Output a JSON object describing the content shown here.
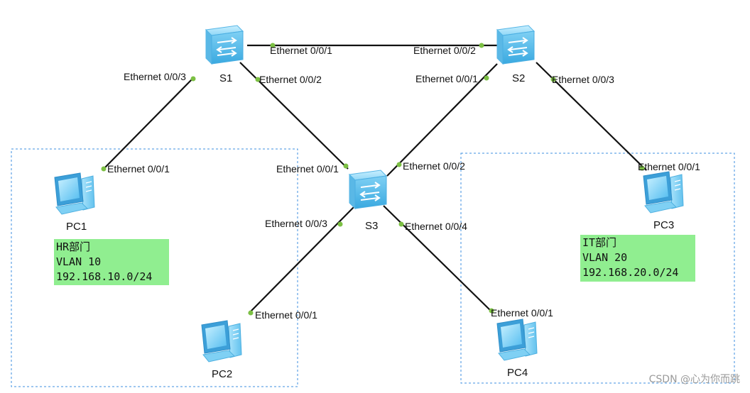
{
  "devices": {
    "s1": {
      "name": "S1"
    },
    "s2": {
      "name": "S2"
    },
    "s3": {
      "name": "S3"
    },
    "pc1": {
      "name": "PC1"
    },
    "pc2": {
      "name": "PC2"
    },
    "pc3": {
      "name": "PC3"
    },
    "pc4": {
      "name": "PC4"
    }
  },
  "links": [
    {
      "id": "s1-s2",
      "a_port": "Ethernet 0/0/1",
      "b_port": "Ethernet 0/0/2"
    },
    {
      "id": "s1-pc1",
      "a_port": "Ethernet 0/0/3",
      "b_port": "Ethernet 0/0/1"
    },
    {
      "id": "s1-s3",
      "a_port": "Ethernet 0/0/2",
      "b_port": "Ethernet 0/0/1"
    },
    {
      "id": "s2-s3",
      "a_port": "Ethernet 0/0/1",
      "b_port": "Ethernet 0/0/2"
    },
    {
      "id": "s2-pc3",
      "a_port": "Ethernet 0/0/3",
      "b_port": "Ethernet 0/0/1"
    },
    {
      "id": "s3-pc2",
      "a_port": "Ethernet 0/0/3",
      "b_port": "Ethernet 0/0/1"
    },
    {
      "id": "s3-pc4",
      "a_port": "Ethernet 0/0/4",
      "b_port": "Ethernet 0/0/1"
    }
  ],
  "notes": {
    "hr": {
      "line1": "HR部门",
      "line2": "VLAN 10",
      "line3": "192.168.10.0/24"
    },
    "it": {
      "line1": "IT部门",
      "line2": "VLAN 20",
      "line3": "192.168.20.0/24"
    }
  },
  "watermark": "CSDN @心为你而跳",
  "colors": {
    "link": "#111111",
    "port_dot": "#7cc043",
    "area_border": "#3c8fe0",
    "note_bg": "#90ee90",
    "switch_body": "#6fc8f0",
    "pc_body": "#5ab6e8"
  }
}
